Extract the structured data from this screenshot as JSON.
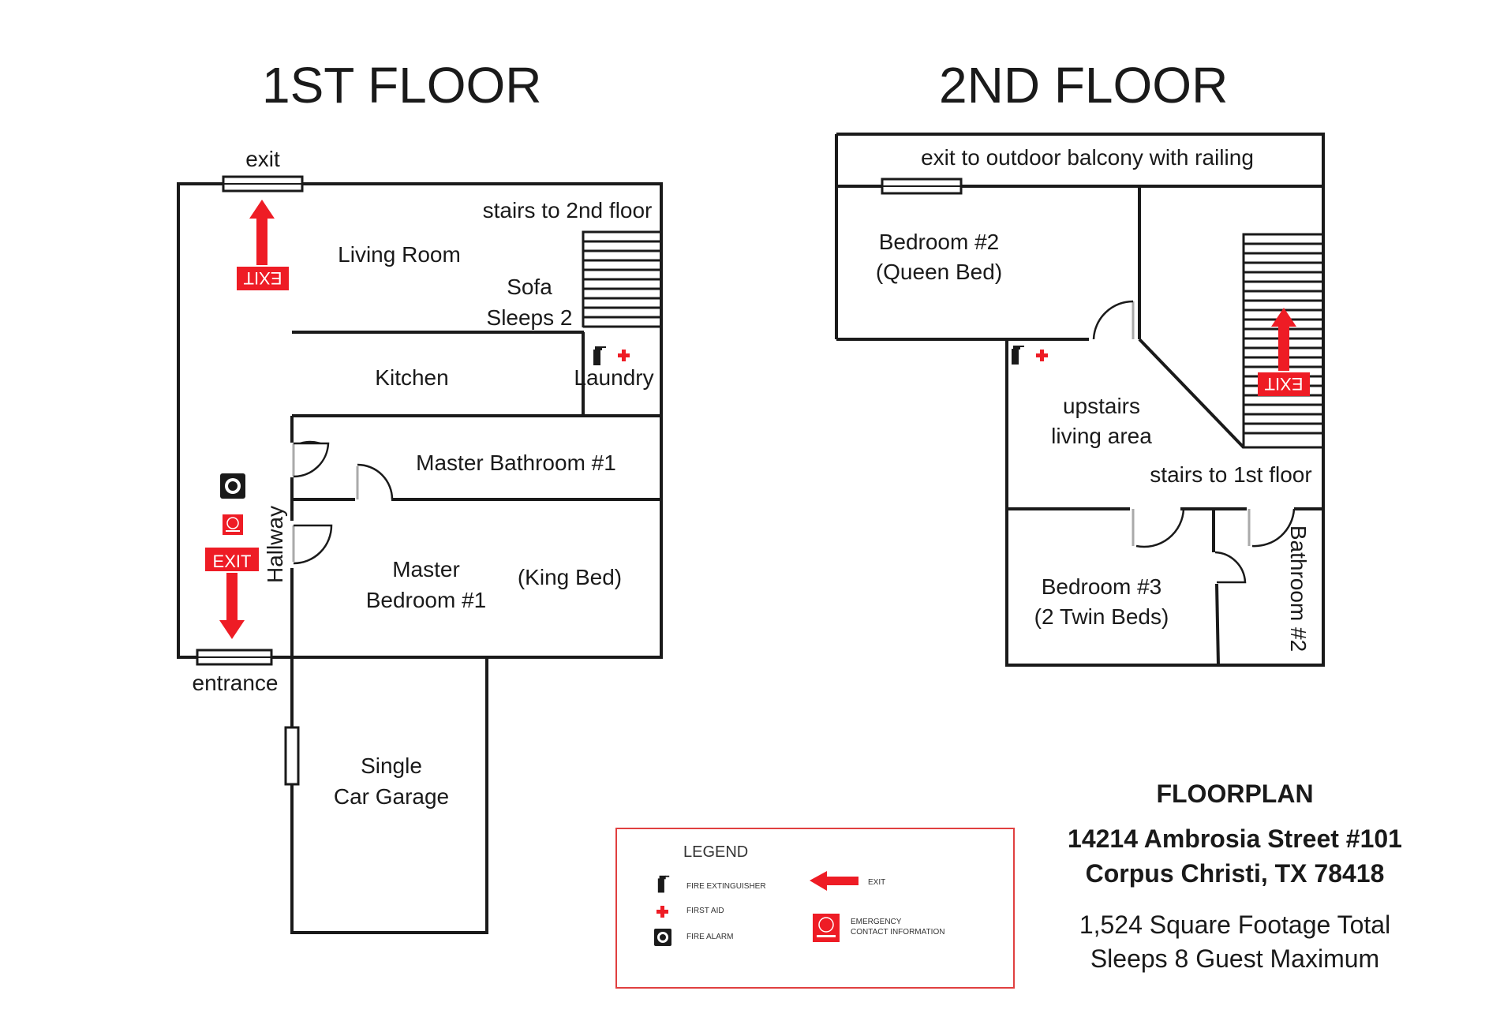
{
  "colors": {
    "wall": "#1a1a1a",
    "exit_red": "#ee1c25",
    "legend_border": "#e04040"
  },
  "floor1": {
    "title": "1ST FLOOR",
    "exit_label": "exit",
    "entrance_label": "entrance",
    "stairs_label": "stairs to 2nd floor",
    "living_room": "Living Room",
    "sofa_line1": "Sofa",
    "sofa_line2": "Sleeps 2",
    "kitchen": "Kitchen",
    "laundry": "Laundry",
    "master_bath": "Master Bathroom #1",
    "master_bed_line1": "Master",
    "master_bed_line2": "Bedroom #1",
    "king_bed": "(King Bed)",
    "hallway": "Hallway",
    "garage_line1": "Single",
    "garage_line2": "Car Garage",
    "exit_sign": "EXIT"
  },
  "floor2": {
    "title": "2ND FLOOR",
    "balcony": "exit to outdoor balcony with railing",
    "bedroom2_line1": "Bedroom #2",
    "bedroom2_line2": "(Queen Bed)",
    "living_line1": "upstairs",
    "living_line2": "living area",
    "stairs_label": "stairs to 1st floor",
    "bedroom3_line1": "Bedroom #3",
    "bedroom3_line2": "(2 Twin Beds)",
    "bathroom2": "Bathroom #2",
    "exit_sign": "EXIT"
  },
  "legend": {
    "title": "LEGEND",
    "fire_extinguisher": "FIRE EXTINGUISHER",
    "first_aid": "FIRST AID",
    "fire_alarm": "FIRE ALARM",
    "exit": "EXIT",
    "emergency_line1": "EMERGENCY",
    "emergency_line2": "CONTACT INFORMATION"
  },
  "info": {
    "heading": "FLOORPLAN",
    "address_line1": "14214 Ambrosia Street #101",
    "address_line2": "Corpus Christi, TX 78418",
    "sqft": "1,524 Square Footage Total",
    "sleeps": "Sleeps 8 Guest Maximum"
  }
}
